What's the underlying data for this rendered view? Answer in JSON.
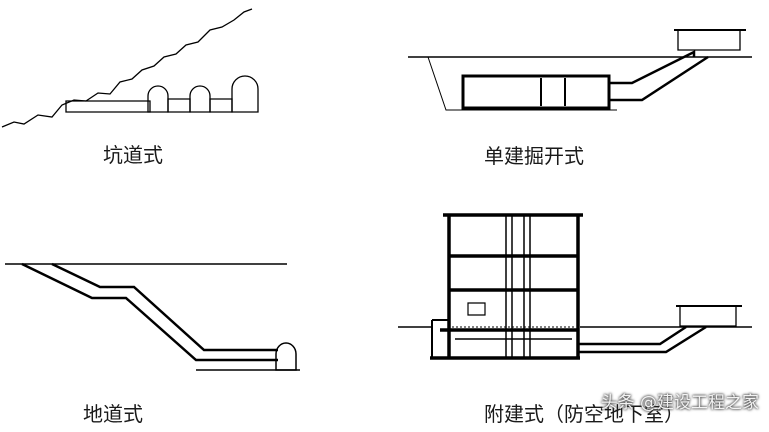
{
  "captions": {
    "tunnel": "坑道式",
    "open_cut": "单建掘开式",
    "underground": "地道式",
    "attached": "附建式（防空地下室）"
  },
  "watermark": "头条 @建设工程之家",
  "colors": {
    "line": "#000000",
    "text": "#1a1a1a",
    "background": "#ffffff"
  }
}
